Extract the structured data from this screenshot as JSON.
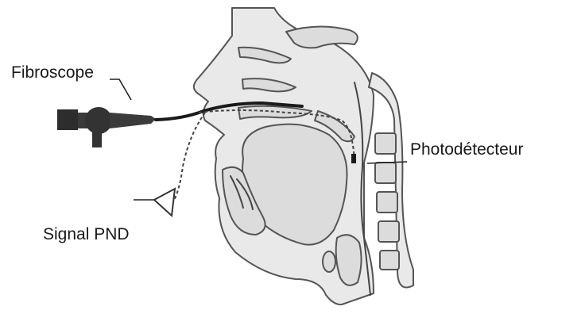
{
  "labels": {
    "fibroscope": "Fibroscope",
    "photodetector": "Photodétecteur",
    "signal": "Signal PND"
  }
}
